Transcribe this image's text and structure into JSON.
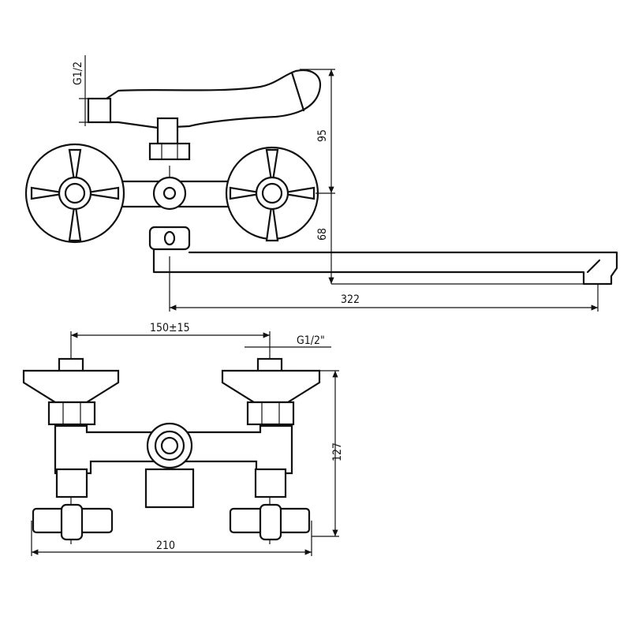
{
  "drawing": {
    "top_view": {
      "thread_label": "G1/2",
      "height_upper": "95",
      "height_lower": "68",
      "spout_length": "322"
    },
    "front_view": {
      "center_distance": "150±15",
      "thread_label": "G1/2\"",
      "height": "127",
      "width": "210"
    }
  }
}
